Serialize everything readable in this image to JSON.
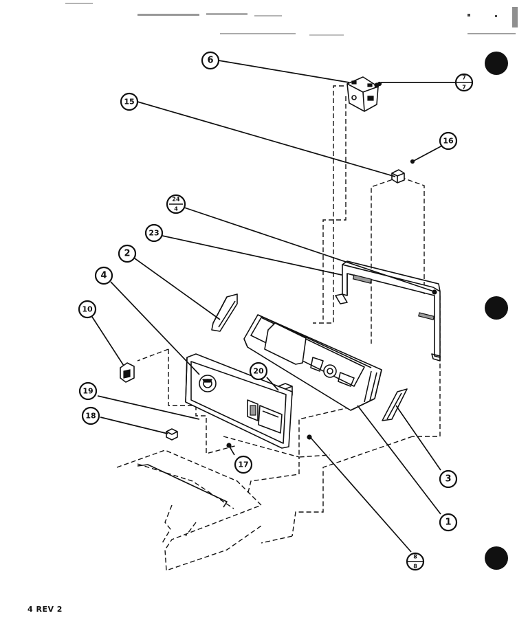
{
  "callouts": [
    {
      "id": "c6",
      "label": "6"
    },
    {
      "id": "c15",
      "label": "15"
    },
    {
      "id": "c16",
      "label": "16"
    },
    {
      "id": "c23",
      "label": "23"
    },
    {
      "id": "c2",
      "label": "2"
    },
    {
      "id": "c4",
      "label": "4"
    },
    {
      "id": "c10",
      "label": "10"
    },
    {
      "id": "c20",
      "label": "20"
    },
    {
      "id": "c19",
      "label": "19"
    },
    {
      "id": "c18",
      "label": "18"
    },
    {
      "id": "c17",
      "label": "17"
    },
    {
      "id": "c3",
      "label": "3"
    },
    {
      "id": "c1",
      "label": "1"
    }
  ],
  "fraction_callouts": [
    {
      "id": "f24_4",
      "top": "24",
      "bottom": "4"
    },
    {
      "id": "f7_7",
      "top": "7",
      "bottom": "7"
    },
    {
      "id": "f8_8",
      "top": "8",
      "bottom": "8"
    }
  ],
  "footer": {
    "revision": "4 REV 2"
  }
}
